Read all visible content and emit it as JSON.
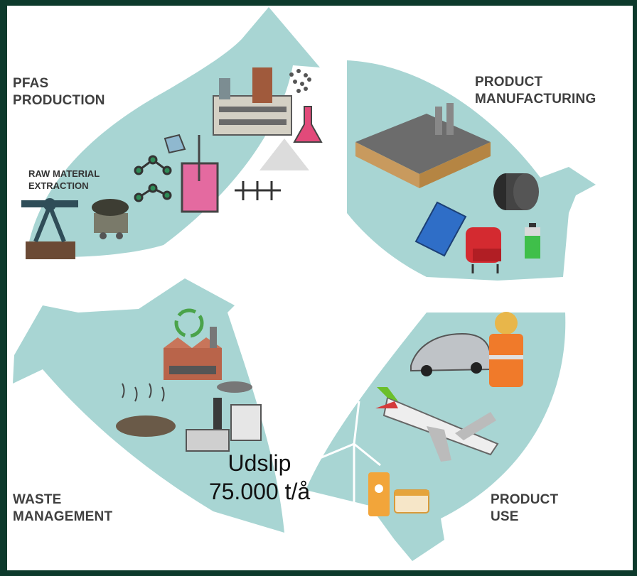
{
  "stages": {
    "pfas_production": [
      "PFAS",
      "PRODUCTION"
    ],
    "raw_material_extraction": [
      "RAW MATERIAL",
      "EXTRACTION"
    ],
    "product_manufacturing": [
      "PRODUCT",
      "MANUFACTURING"
    ],
    "product_use": [
      "PRODUCT",
      "USE"
    ],
    "waste_management": [
      "WASTE",
      "MANAGEMENT"
    ]
  },
  "emission": {
    "line1": "Udslip",
    "line2": "75.000 t/å"
  },
  "icons": [
    "oil-pump-icon",
    "coal-cart-icon",
    "molecule-icon",
    "beaker-icon",
    "factory-icon",
    "flask-icon",
    "powder-pile-icon",
    "particles-icon",
    "manufacturing-plant-icon",
    "cable-spool-icon",
    "solar-panel-icon",
    "armchair-icon",
    "battery-icon",
    "car-icon",
    "worker-icon",
    "airplane-icon",
    "wind-turbine-icon",
    "sunscreen-icon",
    "cream-jar-icon",
    "recycling-icon",
    "recycling-plant-icon",
    "landfill-icon",
    "incinerator-icon"
  ],
  "colors": {
    "frame": "#0d3a2c",
    "arrow": "#a8d5d3",
    "text": "#3f3f3f",
    "overlay_text": "#111111"
  }
}
